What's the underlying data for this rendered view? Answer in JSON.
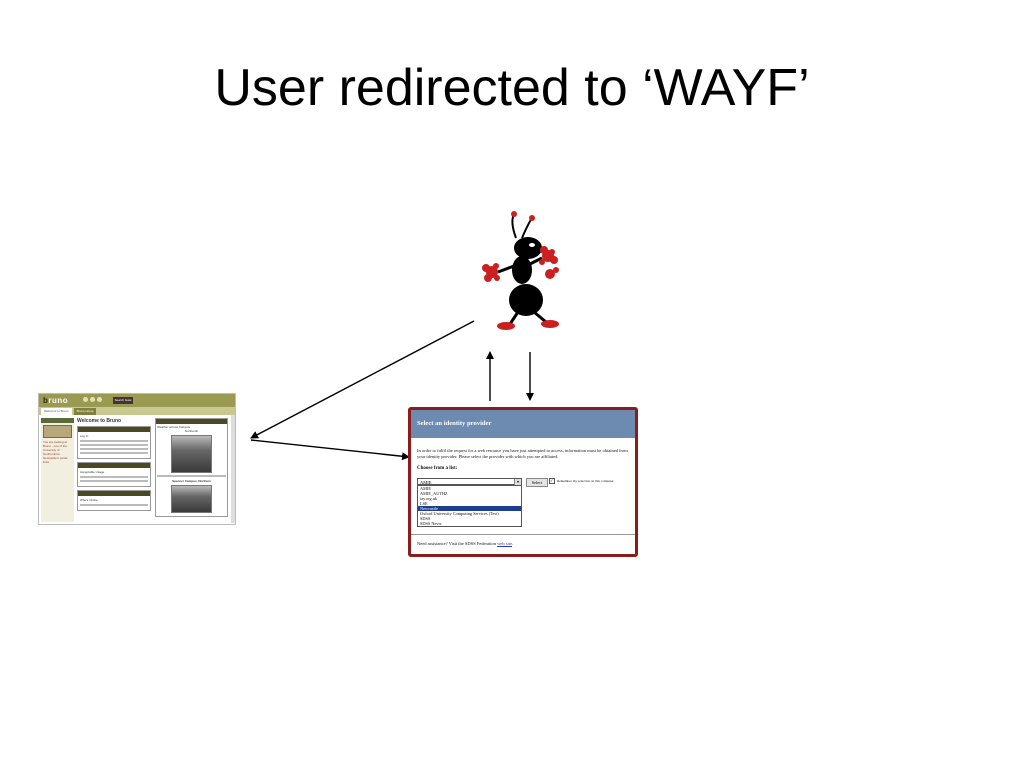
{
  "slide": {
    "title": "User redirected to ‘WAYF’"
  },
  "bruno": {
    "logo_prefix": "b",
    "logo_rest": "runo",
    "search_label": "Search Gate",
    "tabs": [
      {
        "label": "Welcome to Bruno",
        "active": true
      },
      {
        "label": "Bruno Home"
      }
    ],
    "left_text": "You are looking at Bruno - one of the University of Northumbria Newcastle's portal links",
    "welcome_heading": "Welcome to Bruno",
    "login_heading": "Log In",
    "usage_heading": "Acceptable Usage",
    "online_heading": "Who's Online",
    "weather_heading": "Weather across Campus",
    "location_caption_1": "Northumb",
    "location_caption_2": "Spencer Campus, Northum"
  },
  "wayf": {
    "header": "Select an identity provider",
    "description": "In order to fulfil the request for a web resource you have just attempted to access, information must be obtained from your identity provider. Please select the provider with which you are affiliated.",
    "choose_label": "Choose from a list:",
    "selected_value": "AMIE",
    "select_button": "Select",
    "remember_label": "Remember my selection on this computer",
    "options": [
      "AMIE",
      "AMIE_AUTHZ",
      "iay.org.uk",
      "LSE",
      "Newcastle",
      "Oxford University Computing Services (Test)",
      "SDSS",
      "SDSS Nevis"
    ],
    "highlighted_option": "Newcastle",
    "assistance_text": "Need assistance? Visit the SDSS Federation",
    "assistance_link": "web site",
    "assistance_end": "."
  },
  "colors": {
    "wayf_border": "#8b1c1c",
    "wayf_header": "#6d8ab0",
    "bruno_bar": "#9a9a52",
    "ant_red": "#cc1f1f"
  },
  "icons": [
    "ant-mascot-icon",
    "arrow-icon"
  ]
}
